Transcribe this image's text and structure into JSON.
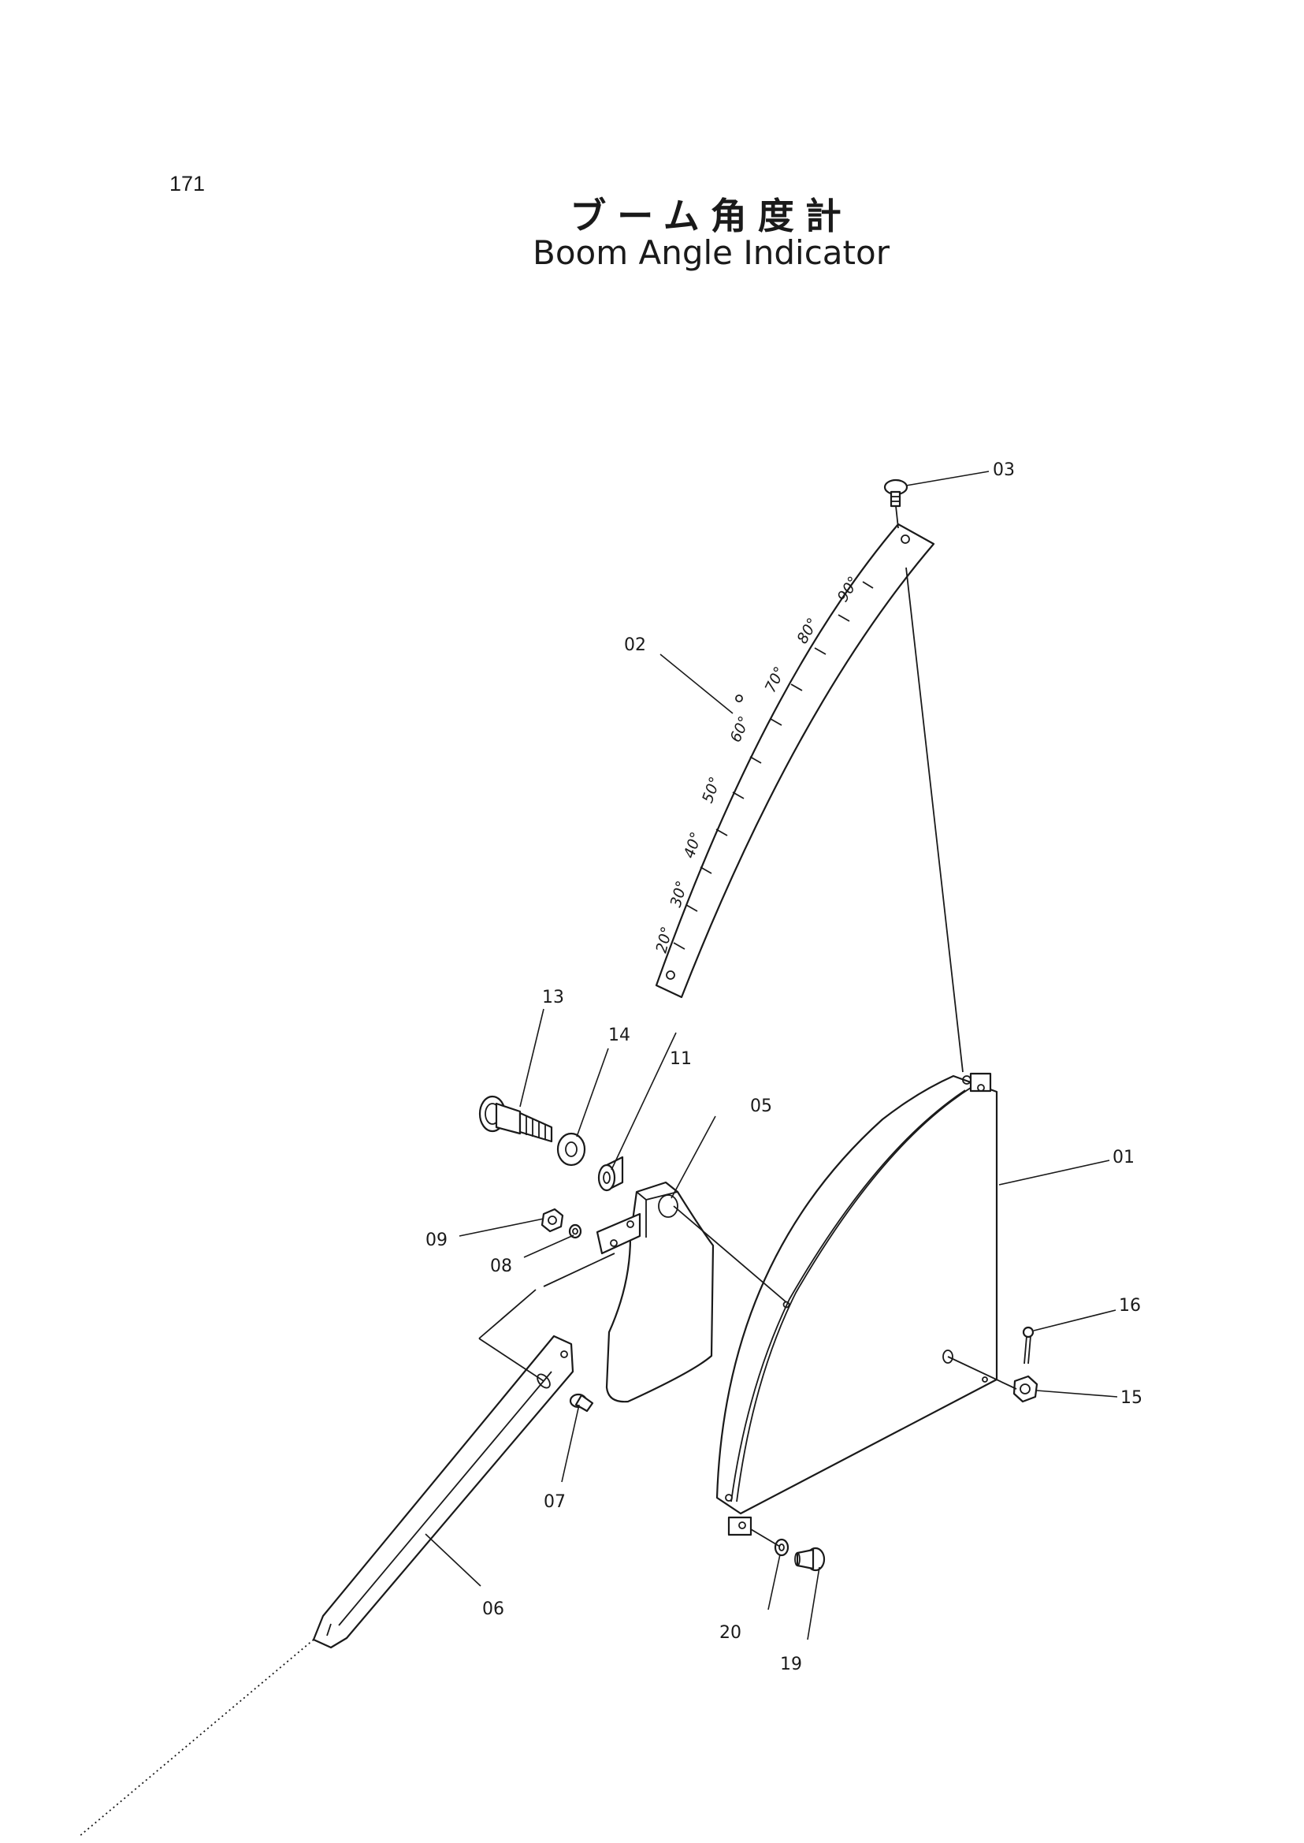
{
  "page_number": "171",
  "title_jp": "ブーム角度計",
  "title_en": "Boom Angle Indicator",
  "scale_labels": [
    "90°",
    "80°",
    "70°",
    "60°",
    "50°",
    "40°",
    "30°",
    "20°"
  ],
  "callouts": {
    "c01": "01",
    "c02": "02",
    "c03": "03",
    "c05": "05",
    "c06": "06",
    "c07": "07",
    "c08": "08",
    "c09": "09",
    "c11": "11",
    "c13": "13",
    "c14": "14",
    "c15": "15",
    "c16": "16",
    "c19": "19",
    "c20": "20"
  }
}
